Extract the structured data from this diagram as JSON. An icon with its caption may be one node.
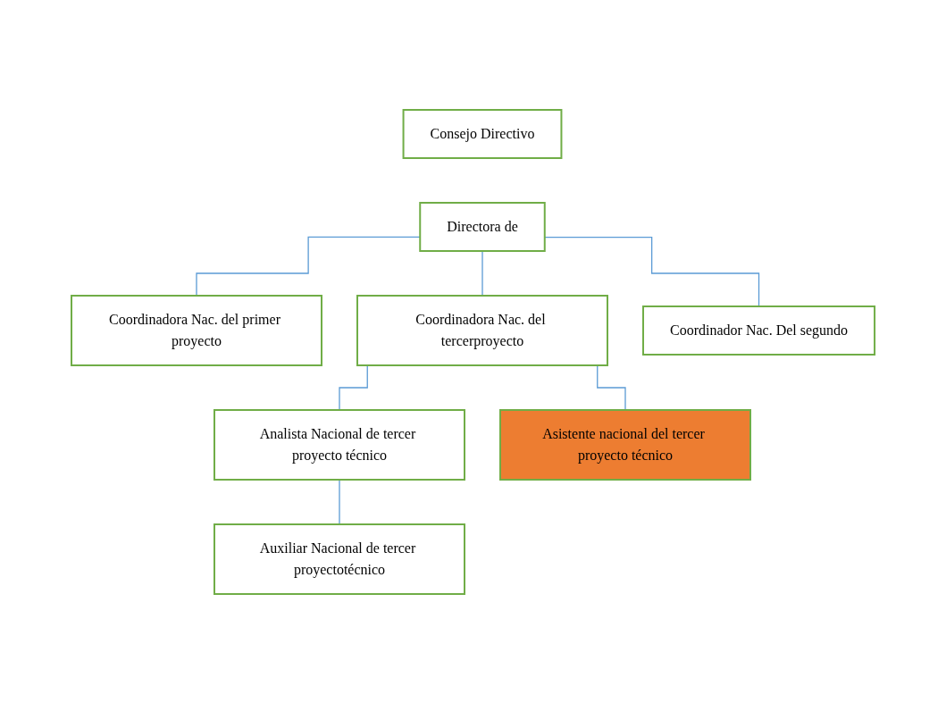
{
  "diagram": {
    "nodes": [
      {
        "text": [
          "Consejo Directivo"
        ]
      },
      {
        "text": [
          "Directora de"
        ]
      },
      {
        "text": [
          "Coordinadora Nac. del primer proyecto"
        ]
      },
      {
        "text": [
          "Coordinadora Nac. del tercerproyecto"
        ]
      },
      {
        "text": [
          "Coordinador Nac. Del segundo"
        ]
      },
      {
        "text": [
          "Analista Nacional de tercer proyecto técnico"
        ]
      },
      {
        "text": [
          "Asistente nacional del tercer proyecto técnico"
        ]
      },
      {
        "text": [
          "Auxiliar Nacional de tercer proyectotécnico"
        ]
      }
    ],
    "edges": [
      {
        "from": 1,
        "to": 2,
        "arrow": "none"
      },
      {
        "from": 1,
        "to": 3,
        "arrow": "none"
      },
      {
        "from": 1,
        "to": 4,
        "arrow": "none"
      },
      {
        "from": 3,
        "to": 5,
        "arrow": "none"
      },
      {
        "from": 3,
        "to": 6,
        "arrow": "none"
      },
      {
        "from": 5,
        "to": 7,
        "arrow": "none"
      }
    ]
  }
}
